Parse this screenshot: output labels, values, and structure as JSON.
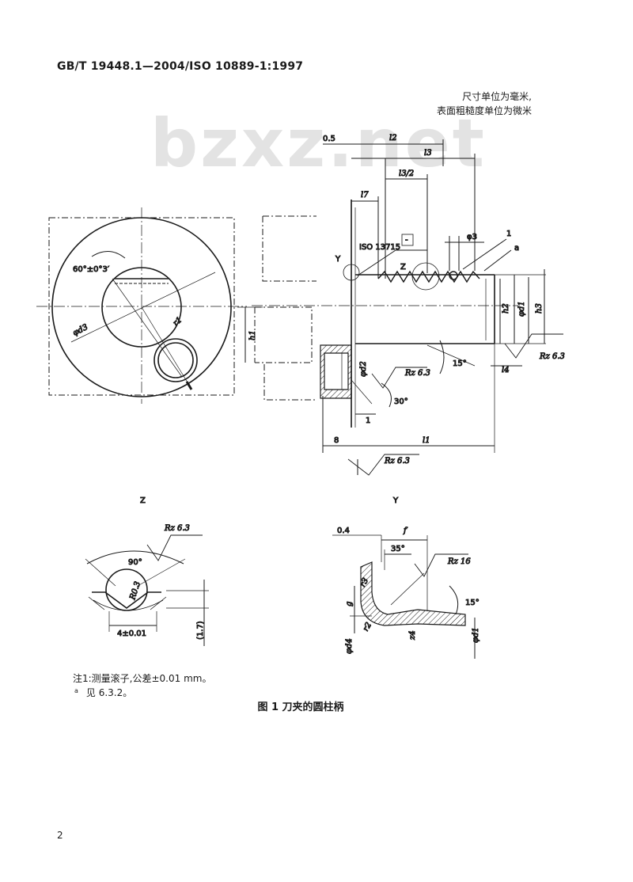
{
  "header": {
    "standard": "GB/T 19448.1—2004/ISO 10889-1:1997"
  },
  "units_note": {
    "line1": "尺寸单位为毫米,",
    "line2": "表面粗糙度单位为微米"
  },
  "watermark": "bzxz.net",
  "drawing": {
    "labels": {
      "angle60": "60°±0°3′",
      "d3": "φd3",
      "r1": "r1",
      "dim05": "0.5",
      "l2": "l2",
      "l3": "l3",
      "l3half": "l3/2",
      "l7": "l7",
      "iso": "ISO 13715",
      "iso_box": "-",
      "phi3": "φ3",
      "ref1": "1",
      "ref_a": "a",
      "Y": "Y",
      "Z": "Z",
      "h1": "h1",
      "h2": "h2",
      "h3": "h3",
      "d1": "φd1",
      "d2": "φd2",
      "rz63": "Rz 6.3",
      "a15": "15°",
      "l4": "l4",
      "a30": "30°",
      "one": "1",
      "dim8": "8",
      "l1": "l1",
      "rz16": "Rz 16",
      "a90": "90°",
      "r03": "R0.3",
      "dim4": "4±0.01",
      "dim17": "(1.7)",
      "dim04": "0.4",
      "f": "f",
      "a35": "35°",
      "r3": "r3",
      "g": "g",
      "r2": "r2",
      "z4": "z4",
      "d4": "φd4"
    }
  },
  "notes": {
    "note1": "注1:测量滚子,公差±0.01 mm。",
    "note_a_mark": "a",
    "note_a_text": "见 6.3.2。"
  },
  "caption": "图 1 刀夹的圆柱柄",
  "page_number": "2"
}
